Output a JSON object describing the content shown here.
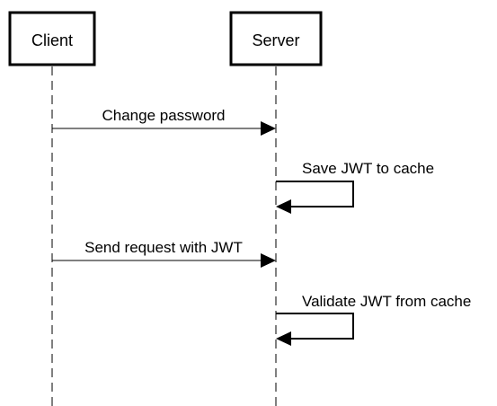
{
  "participants": {
    "client": "Client",
    "server": "Server"
  },
  "messages": [
    {
      "from": "Client",
      "to": "Server",
      "label": "Change password"
    },
    {
      "from": "Server",
      "to": "Server",
      "label": "Save JWT to cache"
    },
    {
      "from": "Client",
      "to": "Server",
      "label": "Send request with JWT"
    },
    {
      "from": "Server",
      "to": "Server",
      "label": "Validate JWT from cache"
    }
  ],
  "colors": {
    "line": "#000000",
    "background": "#ffffff"
  }
}
